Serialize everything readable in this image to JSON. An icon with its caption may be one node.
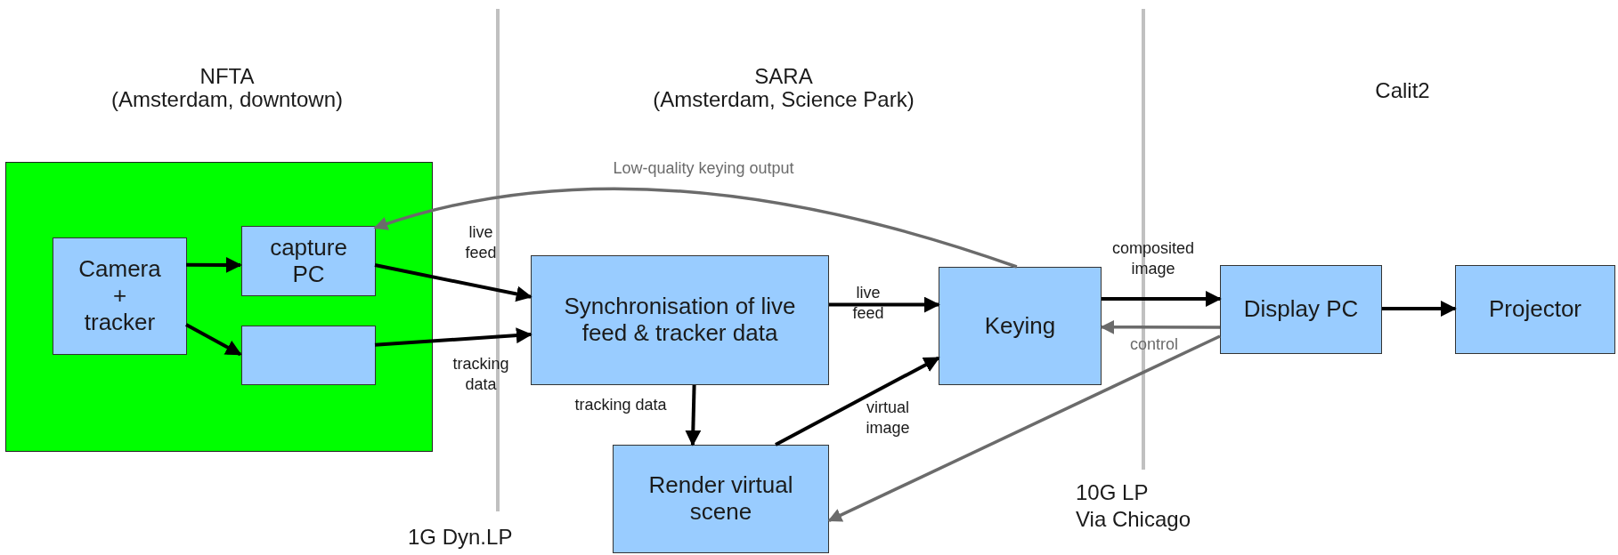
{
  "diagram": {
    "nodes": [
      {
        "text": [],
        "shape": "box"
      },
      {
        "text": [
          "Camera + tracker"
        ],
        "in": 0
      },
      {
        "text": [
          "capture PC"
        ],
        "in": 0
      },
      {
        "text": [],
        "shape": "box",
        "in": 0
      },
      {
        "text": [
          "Synchronisation of live feed & tracker data"
        ]
      },
      {
        "text": [
          "Keying"
        ]
      },
      {
        "text": [
          "Render virtual scene"
        ]
      },
      {
        "text": [
          "Display PC"
        ]
      },
      {
        "text": [
          "Projector"
        ]
      }
    ],
    "edges": [
      {
        "from": 1,
        "to": 2,
        "arrow": "to"
      },
      {
        "from": 1,
        "to": 3,
        "arrow": "to"
      },
      {
        "from": 2,
        "to": 4,
        "arrow": "to",
        "label": "live feed"
      },
      {
        "from": 3,
        "to": 4,
        "arrow": "to",
        "label": "tracking data"
      },
      {
        "from": 4,
        "to": 5,
        "arrow": "to",
        "label": "live feed"
      },
      {
        "from": 4,
        "to": 6,
        "arrow": "to",
        "label": "tracking data"
      },
      {
        "from": 6,
        "to": 5,
        "arrow": "to",
        "label": "virtual image"
      },
      {
        "from": 5,
        "to": 7,
        "arrow": "to",
        "label": "composited image"
      },
      {
        "from": 7,
        "to": 8,
        "arrow": "to"
      },
      {
        "from": 7,
        "to": 5,
        "arrow": "to",
        "label": "control",
        "color": "#6b6b6b"
      },
      {
        "from": 5,
        "to": 2,
        "arrow": "to",
        "label": "Low-quality keying output",
        "color": "#6b6b6b"
      },
      {
        "from": 7,
        "to": 6,
        "arrow": "to",
        "color": "#6b6b6b"
      }
    ],
    "labels": [
      "NFTA",
      "(Amsterdam, downtown)",
      "SARA",
      "(Amsterdam, Science Park)",
      "Calit2",
      "1G Dyn.LP",
      "10G LP",
      "Via Chicago"
    ]
  }
}
